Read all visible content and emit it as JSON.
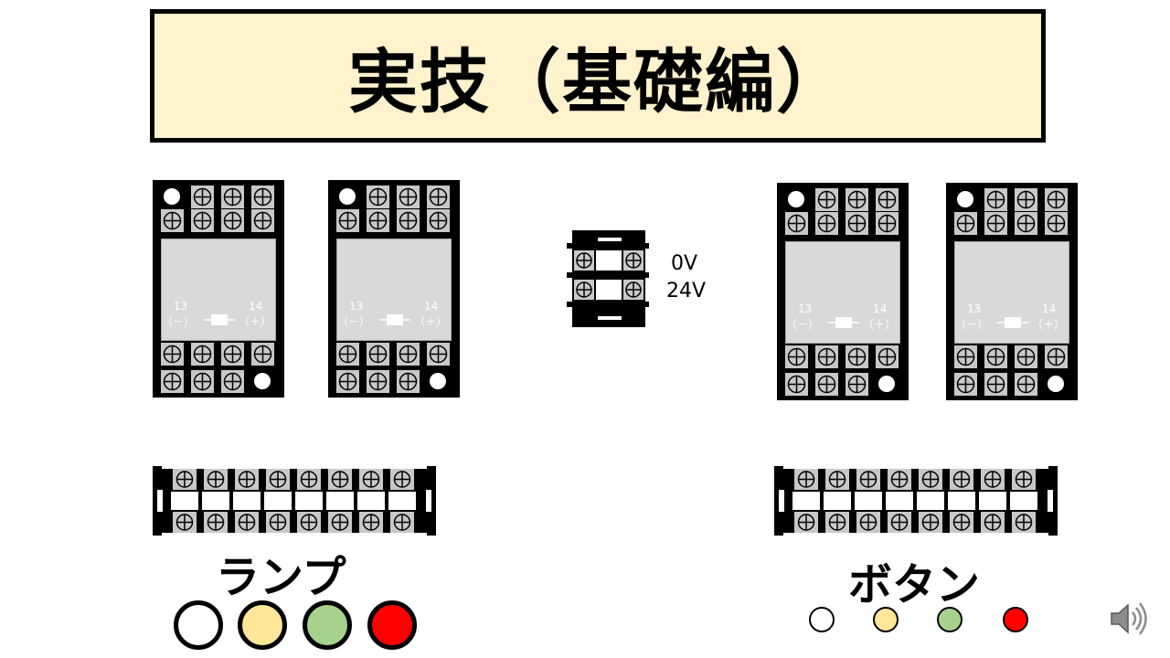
{
  "title": "実技（基礎編）",
  "relays": [
    {
      "id": "relay-1",
      "coil_left_num": "13",
      "coil_left_sign": "（－）",
      "coil_right_num": "14",
      "coil_right_sign": "（＋）"
    },
    {
      "id": "relay-2",
      "coil_left_num": "13",
      "coil_left_sign": "（－）",
      "coil_right_num": "14",
      "coil_right_sign": "（＋）"
    },
    {
      "id": "relay-3",
      "coil_left_num": "13",
      "coil_left_sign": "（－）",
      "coil_right_num": "14",
      "coil_right_sign": "（＋）"
    },
    {
      "id": "relay-4",
      "coil_left_num": "13",
      "coil_left_sign": "（－）",
      "coil_right_num": "14",
      "coil_right_sign": "（＋）"
    }
  ],
  "power_supply": {
    "label_0v": "0V",
    "label_24v": "24V"
  },
  "lamp_section": {
    "label": "ランプ",
    "lamps": [
      {
        "name": "white",
        "color": "#ffffff"
      },
      {
        "name": "yellow",
        "color": "#ffe699"
      },
      {
        "name": "green",
        "color": "#a9d18e"
      },
      {
        "name": "red",
        "color": "#ff0000"
      }
    ]
  },
  "button_section": {
    "label": "ボタン",
    "buttons": [
      {
        "name": "white",
        "color": "#ffffff"
      },
      {
        "name": "yellow",
        "color": "#ffe699"
      },
      {
        "name": "green",
        "color": "#a9d18e"
      },
      {
        "name": "red",
        "color": "#ff0000"
      }
    ]
  },
  "icons": {
    "audio": "speaker-icon"
  }
}
